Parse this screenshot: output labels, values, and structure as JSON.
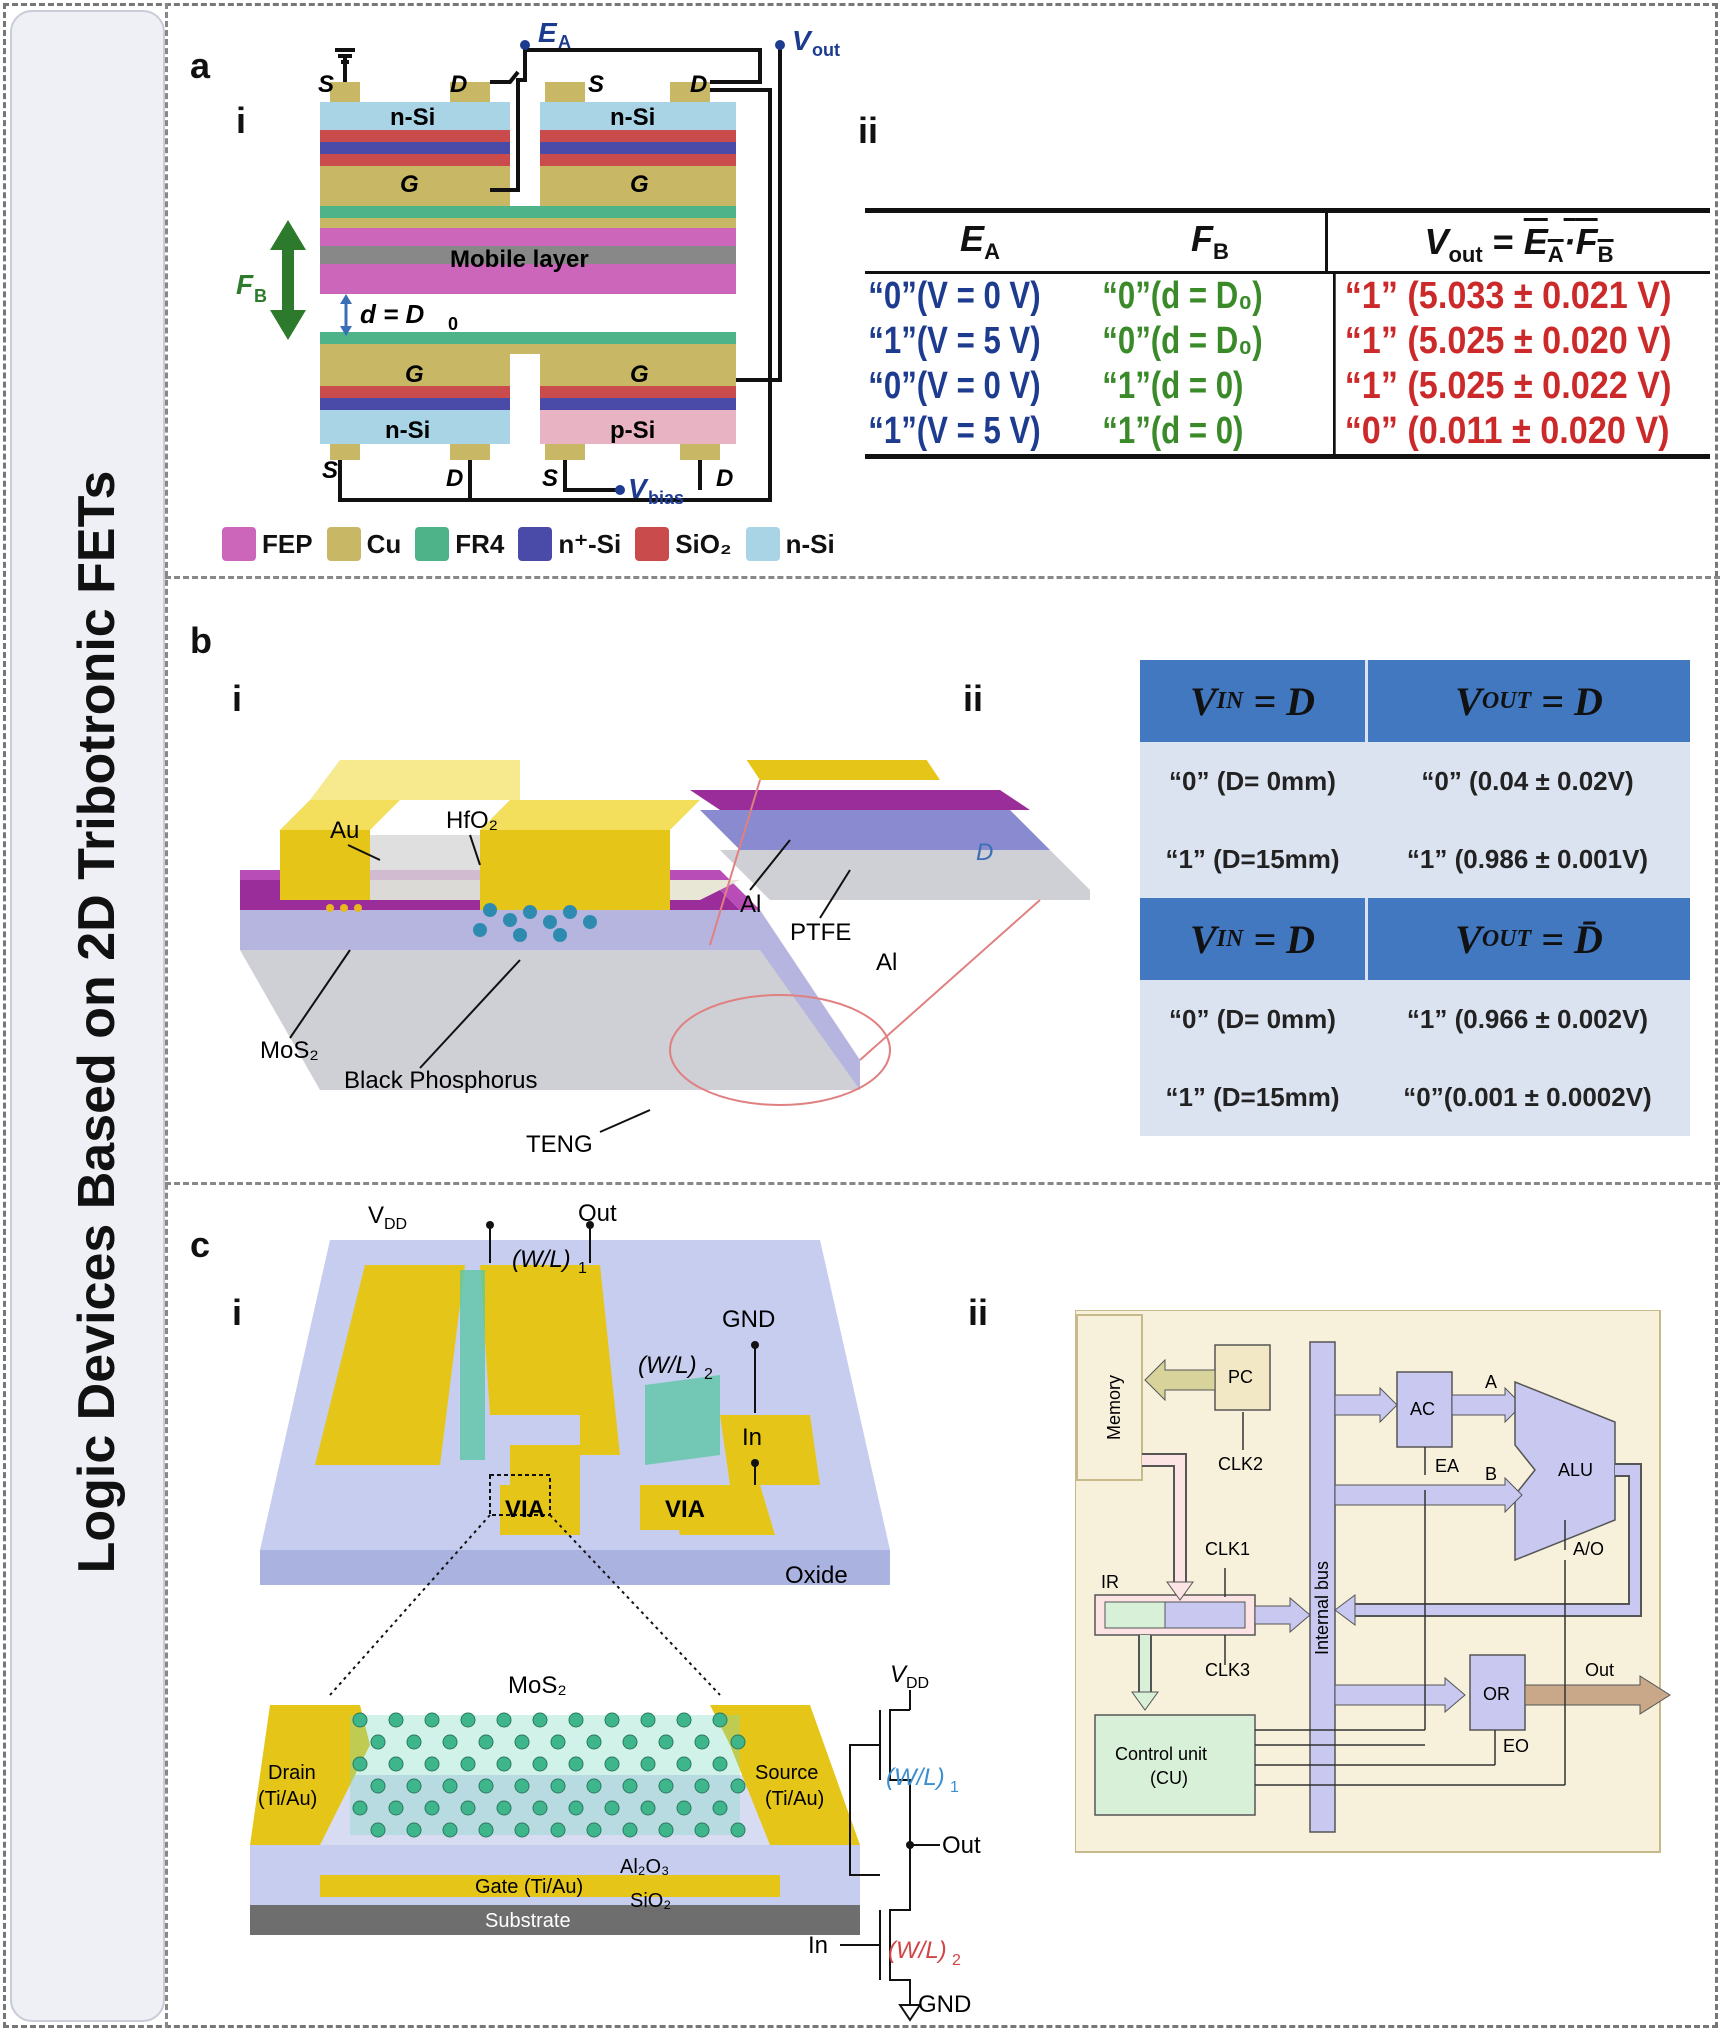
{
  "sidebar_title": "Logic Devices Based on 2D Tribotronic FETs",
  "panels": {
    "a": {
      "letter": "a",
      "i": "i",
      "ii": "ii"
    },
    "b": {
      "letter": "b",
      "i": "i",
      "ii": "ii"
    },
    "c": {
      "letter": "c",
      "i": "i",
      "ii": "ii"
    }
  },
  "a_diagram": {
    "S": "S",
    "D": "D",
    "G": "G",
    "n_si": "n-Si",
    "p_si": "p-Si",
    "mobile": "Mobile layer",
    "EA": "E",
    "EA_sub": "A",
    "Vout": "V",
    "Vout_sub": "out",
    "Vbias": "V",
    "Vbias_sub": "bias",
    "FB": "F",
    "FB_sub": "B",
    "d_eq": "d = D",
    "d_sub": "0"
  },
  "a_legend": [
    {
      "label": "FEP",
      "color": "#cc66bb"
    },
    {
      "label": "Cu",
      "color": "#c8b865"
    },
    {
      "label": "FR4",
      "color": "#4fb38a"
    },
    {
      "label": "n⁺-Si",
      "color": "#4a4aa8"
    },
    {
      "label": "SiO₂",
      "color": "#c94b4b"
    },
    {
      "label": "n-Si",
      "color": "#a8d4e6"
    }
  ],
  "a_table": {
    "headers": [
      "E",
      "F",
      "V"
    ],
    "header_subs": [
      "A",
      "B",
      "out"
    ],
    "header_expr": "= E",
    "header_expr2": "·F",
    "rows": [
      [
        "“0”(V = 0 V)",
        "“0”(d = D₀)",
        "“1” (5.033 ± 0.021 V)"
      ],
      [
        "“1”(V = 5 V)",
        "“0”(d = D₀)",
        "“1” (5.025 ± 0.020 V)"
      ],
      [
        "“0”(V = 0 V)",
        "“1”(d = 0)",
        "“1” (5.025 ± 0.022 V)"
      ],
      [
        "“1”(V = 5 V)",
        "“1”(d = 0)",
        "“0” (0.011 ± 0.020 V)"
      ]
    ]
  },
  "b_diagram": {
    "au": "Au",
    "hfo2": "HfO₂",
    "mos2": "MoS₂",
    "bp": "Black Phosphorus",
    "teng": "TENG",
    "al1": "Al",
    "ptfe": "PTFE",
    "al2": "Al",
    "d": "D"
  },
  "b_table1": {
    "h1": "V",
    "h1sub": "IN",
    "h1rest": "= D",
    "h2": "V",
    "h2sub": "OUT",
    "h2rest": "= D",
    "rows": [
      [
        "“0” (D=  0mm)",
        "“0” (0.04 ± 0.02V)"
      ],
      [
        "“1” (D=15mm)",
        "“1” (0.986 ± 0.001V)"
      ]
    ]
  },
  "b_table2": {
    "h1": "V",
    "h1sub": "IN",
    "h1rest": "= D",
    "h2": "V",
    "h2sub": "OUT",
    "h2rest": "= D̄",
    "rows": [
      [
        "“0” (D=  0mm)",
        "“1” (0.966 ± 0.002V)"
      ],
      [
        "“1” (D=15mm)",
        "“0”(0.001 ± 0.0002V)"
      ]
    ]
  },
  "c_device": {
    "vdd": "V",
    "vdd_sub": "DD",
    "out": "Out",
    "wl1": "(W/L)",
    "wl1_sub": "1",
    "gnd": "GND",
    "wl2": "(W/L)",
    "wl2_sub": "2",
    "in": "In",
    "via": "VIA",
    "oxide": "Oxide",
    "mos2": "MoS₂",
    "drain": "Drain",
    "drain2": "(Ti/Au)",
    "source": "Source",
    "source2": "(Ti/Au)",
    "al2o3": "Al₂O₃",
    "gate": "Gate (Ti/Au)",
    "sio2": "SiO₂",
    "substrate": "Substrate"
  },
  "c_circuit": {
    "vdd": "V",
    "vdd_sub": "DD",
    "wl1": "(W/L)",
    "wl1_sub": "1",
    "out": "Out",
    "in": "In",
    "wl2": "(W/L)",
    "wl2_sub": "2",
    "gnd": "GND"
  },
  "c_block": {
    "memory": "Memory",
    "pc": "PC",
    "clk2": "CLK2",
    "ac": "AC",
    "a": "A",
    "b": "B",
    "alu": "ALU",
    "ea": "EA",
    "ao": "A/O",
    "clk1": "CLK1",
    "ir": "IR",
    "clk3": "CLK3",
    "bus": "Internal bus",
    "or": "OR",
    "out": "Out",
    "eo": "EO",
    "cu1": "Control unit",
    "cu2": "(CU)"
  }
}
